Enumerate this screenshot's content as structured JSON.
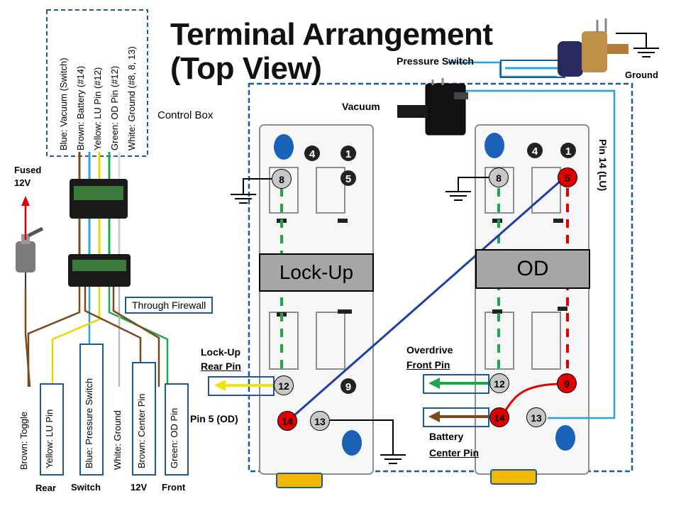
{
  "title": {
    "line1": "Terminal Arrangement",
    "line2": "(Top View)"
  },
  "wire_legend": [
    "Blue: Vacuum (Switch)",
    "Brown: Battery (#14)",
    "Yellow: LU Pin (#12)",
    "Green: OD Pin (#12)",
    "White: Ground (#8, 8, 13)"
  ],
  "labels": {
    "control_box": "Control Box",
    "fused": "Fused",
    "fused_volt": "12V",
    "through_firewall": "Through Firewall",
    "pressure_switch": "Pressure Switch",
    "vacuum": "Vacuum",
    "ground": "Ground",
    "pin14_lu": "Pin 14 (LU)",
    "lockup_rear_pin_1": "Lock-Up",
    "lockup_rear_pin_2": "Rear Pin",
    "pin5_od": "Pin 5 (OD)",
    "overdrive_front_pin_1": "Overdrive",
    "overdrive_front_pin_2": "Front Pin",
    "battery_center_pin_1": "Battery",
    "battery_center_pin_2": "Center Pin"
  },
  "relays": {
    "lockup": {
      "name": "Lock-Up"
    },
    "od": {
      "name": "OD"
    }
  },
  "pins": {
    "lu_8": "8",
    "lu_12": "12",
    "lu_14": "14",
    "lu_13": "13",
    "od_8": "8",
    "od_5": "5",
    "od_12": "12",
    "od_9": "9",
    "od_14": "14",
    "od_13": "13"
  },
  "bottom_wires": [
    {
      "label": "Brown: Toggle",
      "boxed": false
    },
    {
      "label": "Yellow: LU Pin",
      "boxed": true
    },
    {
      "label": "Blue: Pressure Switch",
      "boxed": true
    },
    {
      "label": "White: Ground",
      "boxed": false
    },
    {
      "label": "Brown: Center Pin",
      "boxed": true
    },
    {
      "label": "Green: OD Pin",
      "boxed": true
    }
  ],
  "bottom_captions": {
    "rear": "Rear",
    "switch": "Switch",
    "v12": "12V",
    "front": "Front"
  },
  "colors": {
    "frame_blue": "#1f5a96",
    "wire_blue": "#1f3fa8",
    "wire_light_blue": "#29a3e0",
    "wire_yellow": "#f2e600",
    "wire_green": "#1aaa4a",
    "wire_brown": "#7a4a1a",
    "wire_red": "#e00000",
    "relay_label_grey": "#a6a6a6"
  }
}
